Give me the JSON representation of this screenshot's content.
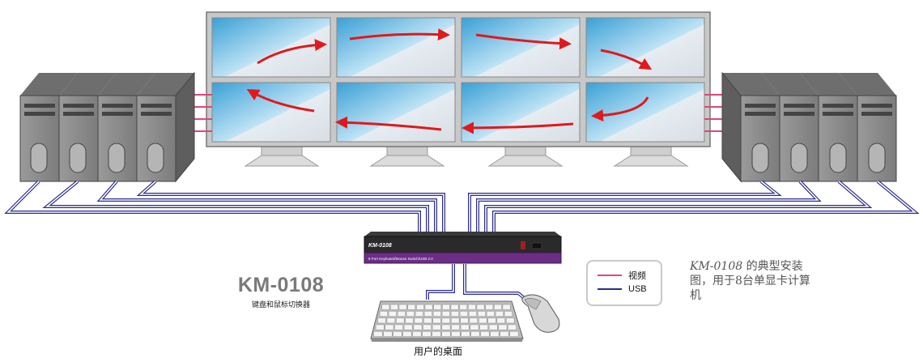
{
  "product": {
    "title": "KM-0108",
    "subtitle": "键盘和鼠标切换器"
  },
  "switch": {
    "label": "KM-0108",
    "strip_text": "8 Port Keyboard/Mouse Switch/USB 2.0"
  },
  "desk": {
    "label": "用户的桌面"
  },
  "legend": {
    "items": [
      {
        "label": "视频",
        "color": "#e0457b"
      },
      {
        "label": "USB",
        "color": "#2b2b8c"
      }
    ]
  },
  "caption": {
    "model": "KM-0108",
    "text": " 的典型安装图，用于8台单显卡计算机"
  },
  "colors": {
    "video": "#e0457b",
    "usb": "#2b2b8c",
    "arrow": "#e0191d",
    "switch_strip": "#6b2d86"
  }
}
